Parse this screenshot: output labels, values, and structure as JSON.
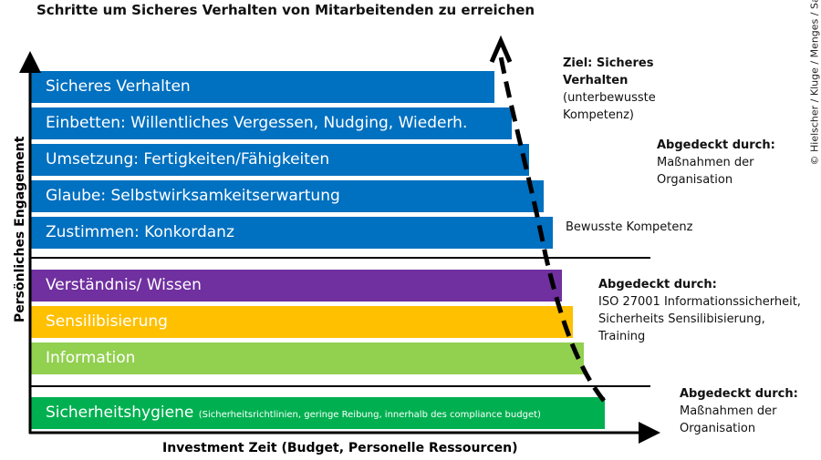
{
  "title": "Schritte um Sicheres Verhalten von Mitarbeitenden zu erreichen",
  "y_axis_label": "Persönliches Engagement",
  "x_axis_label": "Investment Zeit (Budget, Personelle Ressourcen)",
  "copyright": "© Hielscher / Kluge / Menges / Sasse",
  "steps": [
    {
      "label": "Sicheres Verhalten",
      "color": "#0070c0"
    },
    {
      "label": "Einbetten: Willentliches Vergessen, Nudging, Wiederh.",
      "color": "#0070c0"
    },
    {
      "label": "Umsetzung: Fertigkeiten/Fähigkeiten",
      "color": "#0070c0"
    },
    {
      "label": "Glaube: Selbstwirksamkeitserwartung",
      "color": "#0070c0"
    },
    {
      "label": "Zustimmen: Konkordanz",
      "color": "#0070c0"
    },
    {
      "label": "Verständnis/ Wissen",
      "color": "#7030a0"
    },
    {
      "label": "Sensilibisierung",
      "color": "#ffc000"
    },
    {
      "label": "Information",
      "color": "#92d050"
    },
    {
      "label": "Sicherheitshygiene",
      "sublabel": "(Sicherheitsrichtlinien, geringe Reibung, innerhalb des compliance budget)",
      "color": "#00b050"
    }
  ],
  "notes": {
    "goal_title": "Ziel: Sicheres Verhalten",
    "goal_sub1": "(unterbewusste",
    "goal_sub2": "Kompetenz)",
    "covered1_title": "Abgedeckt durch:",
    "covered1_l1": "Maßnahmen der",
    "covered1_l2": "Organisation",
    "conscious": "Bewusste Kompetenz",
    "covered2_title": "Abgedeckt durch:",
    "covered2_l1": "ISO 27001 Informationssicherheit,",
    "covered2_l2": "Sicherheits Sensilibisierung,",
    "covered2_l3": "Training",
    "covered3_title": "Abgedeckt durch:",
    "covered3_l1": "Maßnahmen der",
    "covered3_l2": "Organisation"
  }
}
